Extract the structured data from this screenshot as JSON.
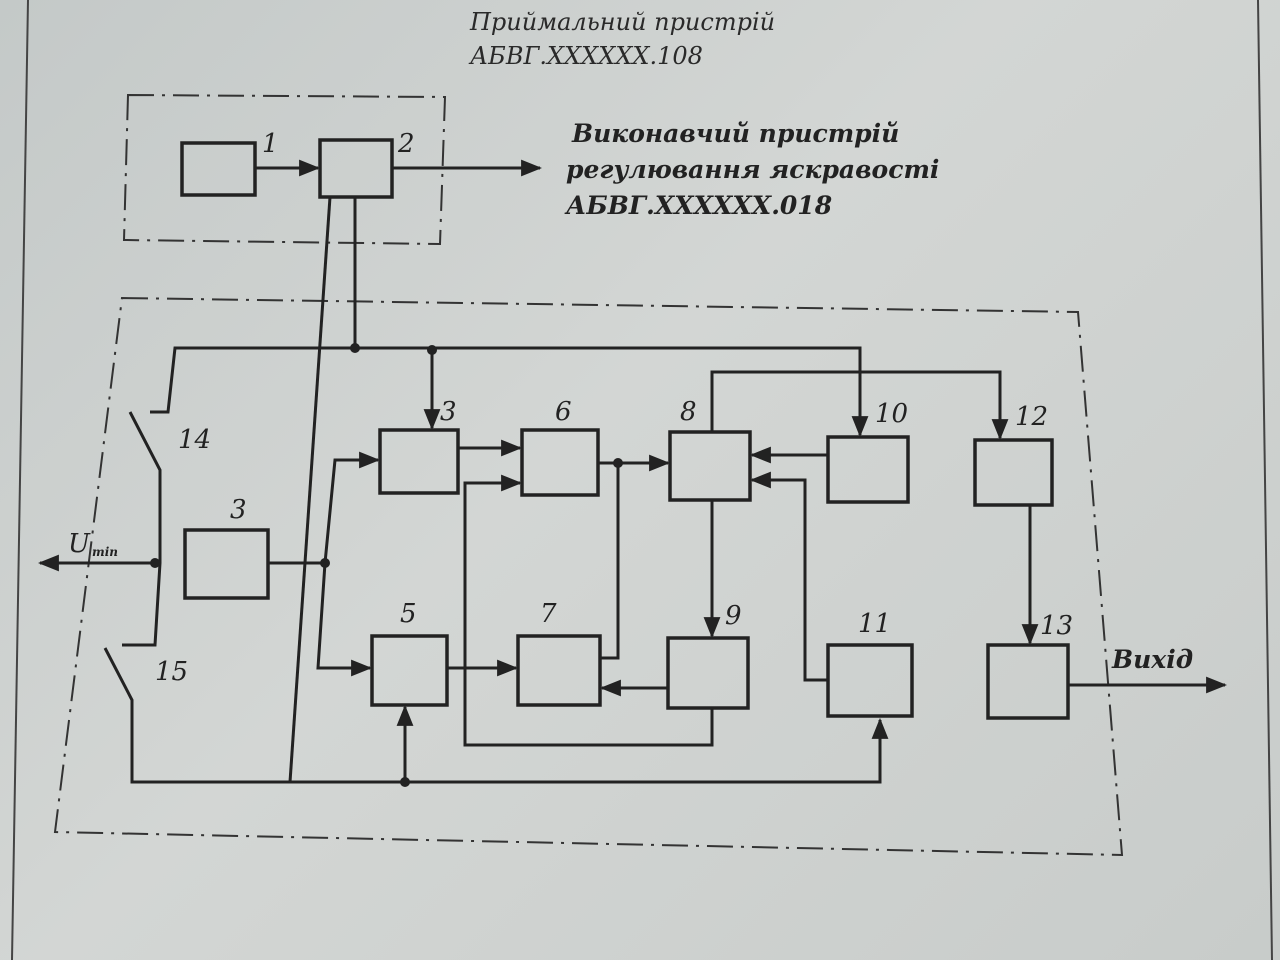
{
  "header": {
    "receiver_title": "Приймальний пристрій",
    "receiver_code": "АБВГ.XXXXXX.108"
  },
  "actuator": {
    "line1": "Виконавчий пристрій",
    "line2": "регулювання яскравості",
    "code": "АБВГ.XXXXXX.018"
  },
  "blocks": {
    "b1": "1",
    "b2": "2",
    "b3_top": "3",
    "b6": "6",
    "b8": "8",
    "b10": "10",
    "b12": "12",
    "b3_left": "3",
    "b5": "5",
    "b7": "7",
    "b9": "9",
    "b11": "11",
    "b13": "13",
    "sw14": "14",
    "sw15": "15"
  },
  "signals": {
    "u_main": "U",
    "u_sub": "min",
    "output": "Вихід"
  }
}
